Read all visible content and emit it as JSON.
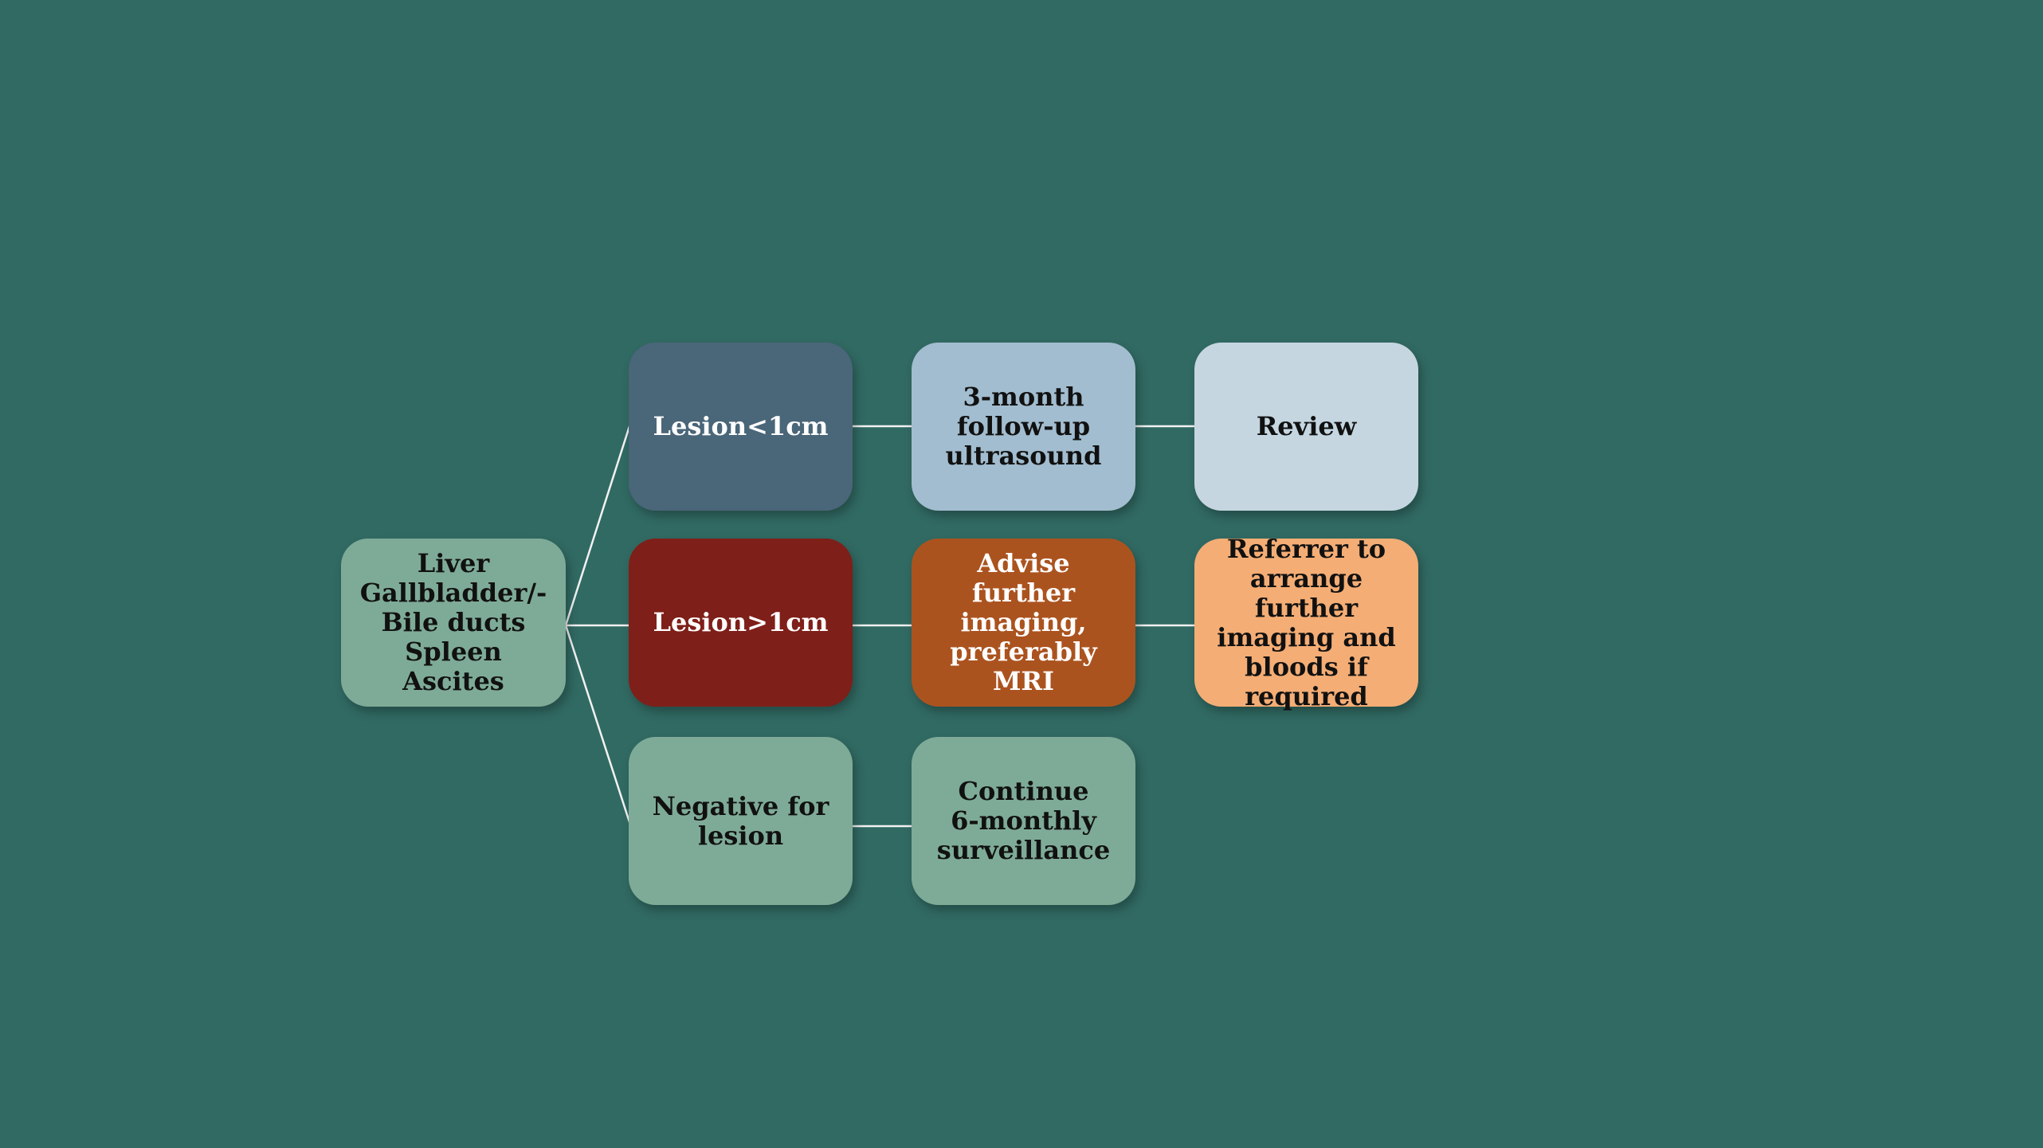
{
  "diagram": {
    "nodes": {
      "organs": {
        "label": "Liver\nGallbladder/-\nBile ducts\nSpleen\nAscites",
        "color": "#7eab97"
      },
      "lesion_small": {
        "label": "Lesion<1cm",
        "color": "#4a6679"
      },
      "lesion_large": {
        "label": "Lesion>1cm",
        "color": "#7f1f19"
      },
      "negative": {
        "label": "Negative for\nlesion",
        "color": "#7eab97"
      },
      "followup": {
        "label": "3-month\nfollow-up\nultrasound",
        "color": "#a2bdcf"
      },
      "advise": {
        "label": "Advise further\nimaging,\npreferably MRI",
        "color": "#ab531f"
      },
      "continue": {
        "label": "Continue\n6-monthly\nsurveillance",
        "color": "#7eab97"
      },
      "review": {
        "label": "Review",
        "color": "#c5d6e1"
      },
      "referrer": {
        "label": "Referrer to\narrange further\nimaging and\nbloods if\nrequired",
        "color": "#f4ad75"
      }
    },
    "edges": [
      [
        "organs",
        "lesion_small"
      ],
      [
        "organs",
        "lesion_large"
      ],
      [
        "organs",
        "negative"
      ],
      [
        "lesion_small",
        "followup"
      ],
      [
        "followup",
        "review"
      ],
      [
        "lesion_large",
        "advise"
      ],
      [
        "advise",
        "referrer"
      ],
      [
        "negative",
        "continue"
      ]
    ]
  }
}
